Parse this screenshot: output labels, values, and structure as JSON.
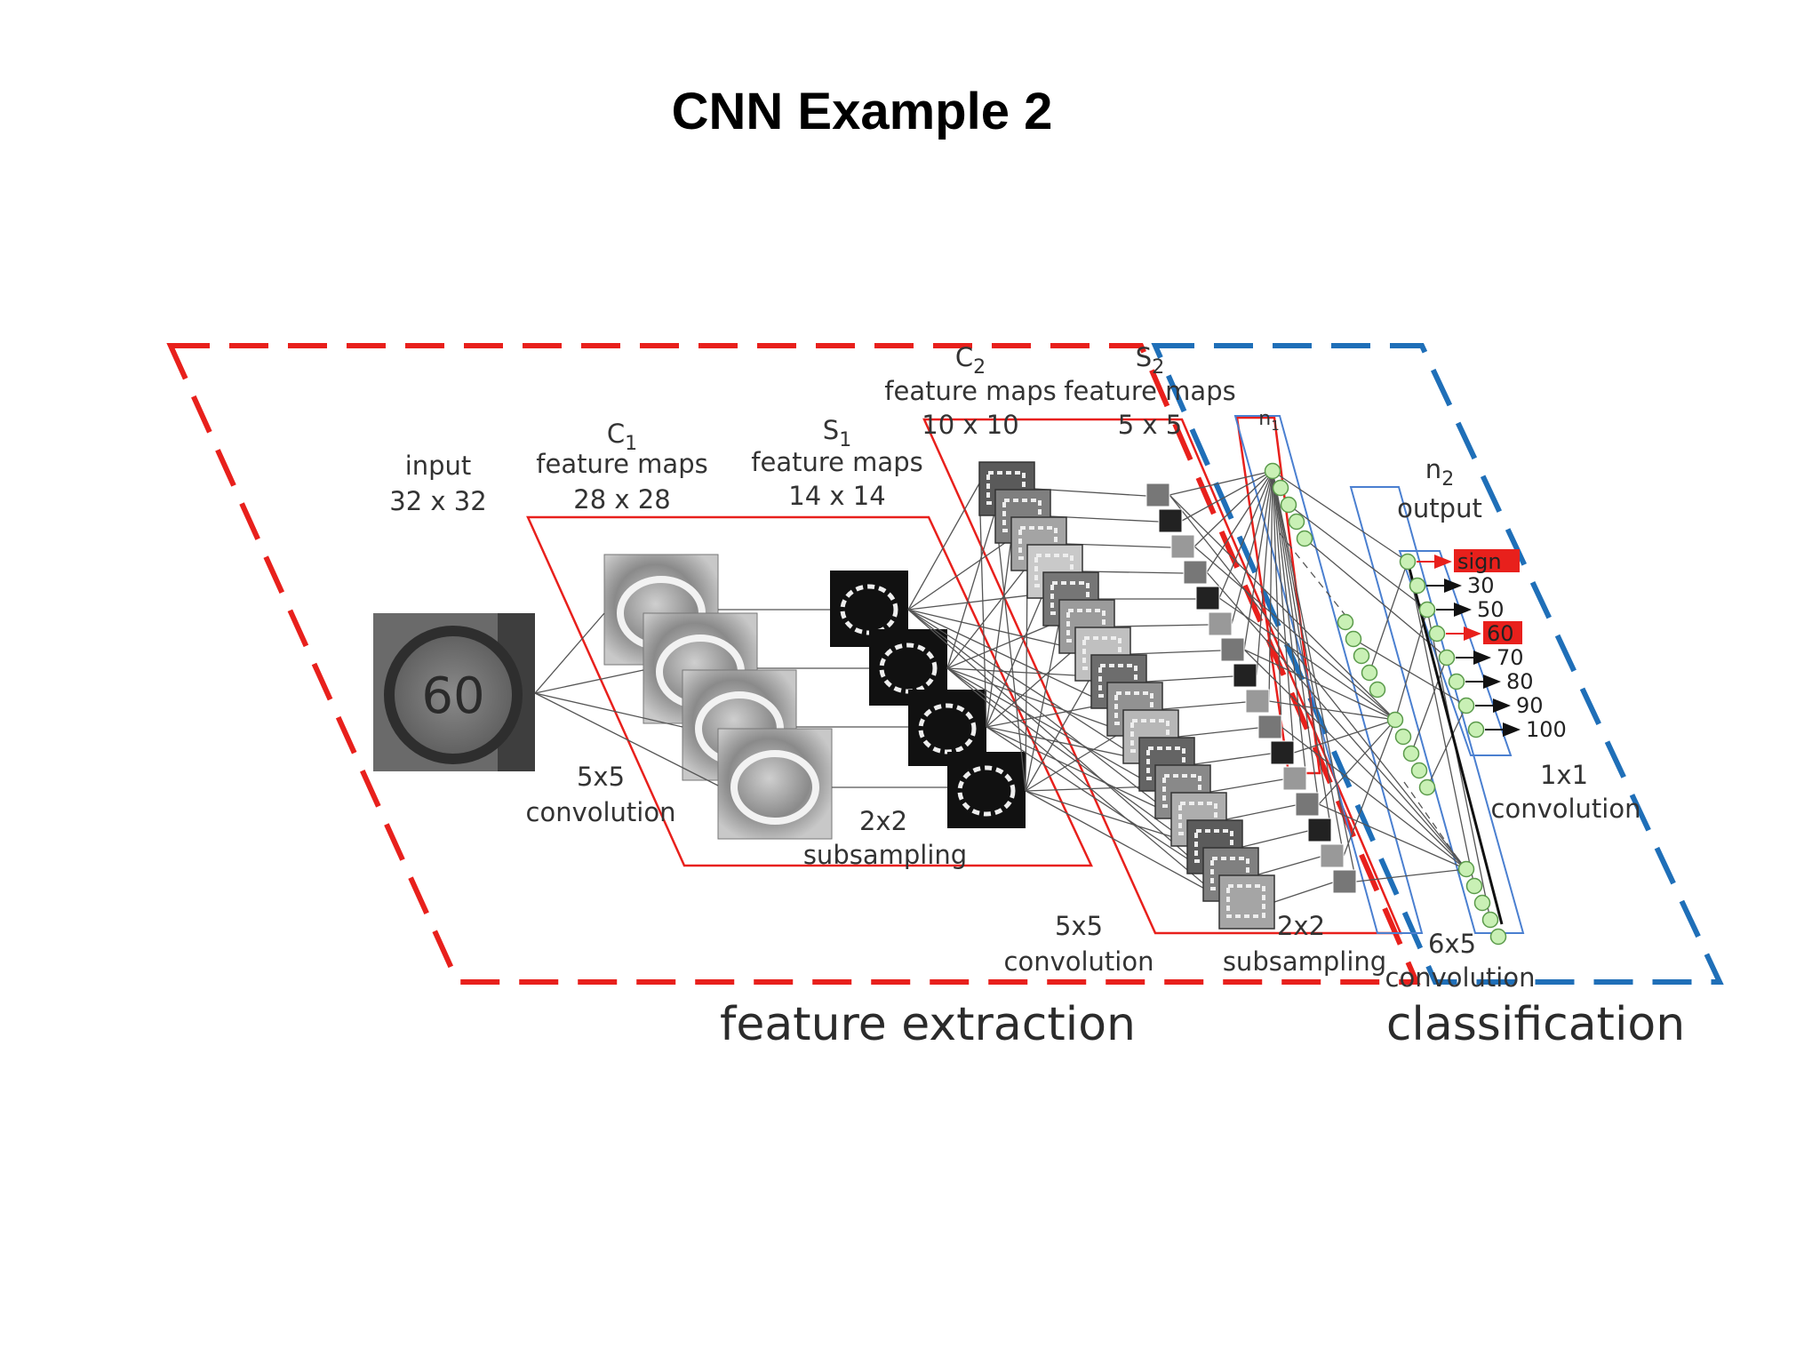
{
  "slide": {
    "title": "CNN Example 2"
  },
  "diagram": {
    "sign_text": "60",
    "stages": {
      "input": {
        "name": "input",
        "size": "32 x 32"
      },
      "c1": {
        "letter": "C",
        "index": "1",
        "name": "feature maps",
        "size": "28 x 28"
      },
      "s1": {
        "letter": "S",
        "index": "1",
        "name": "feature maps",
        "size": "14 x 14"
      },
      "c2": {
        "letter": "C",
        "index": "2",
        "name": "feature maps",
        "size": "10 x 10"
      },
      "s2": {
        "letter": "S",
        "index": "2",
        "name": "feature maps",
        "size": "5 x 5"
      },
      "n1": {
        "letter": "n",
        "index": "1"
      },
      "n2": {
        "letter": "n",
        "index": "2",
        "name": "output"
      }
    },
    "operations": {
      "conv1": {
        "size": "5x5",
        "name": "convolution"
      },
      "sub1": {
        "size": "2x2",
        "name": "subsampling"
      },
      "conv2": {
        "size": "5x5",
        "name": "convolution"
      },
      "sub2": {
        "size": "2x2",
        "name": "subsampling"
      },
      "conv3": {
        "size": "6x5",
        "name": "convolution"
      },
      "conv4": {
        "size": "1x1",
        "name": "convolution"
      }
    },
    "outputs": [
      {
        "label": "sign",
        "highlight": true
      },
      {
        "label": "30",
        "highlight": false
      },
      {
        "label": "50",
        "highlight": false
      },
      {
        "label": "60",
        "highlight": true
      },
      {
        "label": "70",
        "highlight": false
      },
      {
        "label": "80",
        "highlight": false
      },
      {
        "label": "90",
        "highlight": false
      },
      {
        "label": "100",
        "highlight": false
      }
    ],
    "regions": {
      "feature_extraction": "feature extraction",
      "classification": "classification"
    },
    "colors": {
      "feature_extraction_border": "#e8201c",
      "classification_border": "#1f6fb8",
      "layer_frame": "#e8201c",
      "neuron_frame": "#4a7fd0",
      "neuron_fill": "#c9f0b5",
      "neuron_stroke": "#5a9a4a",
      "output_highlight": "#e8201c"
    }
  }
}
